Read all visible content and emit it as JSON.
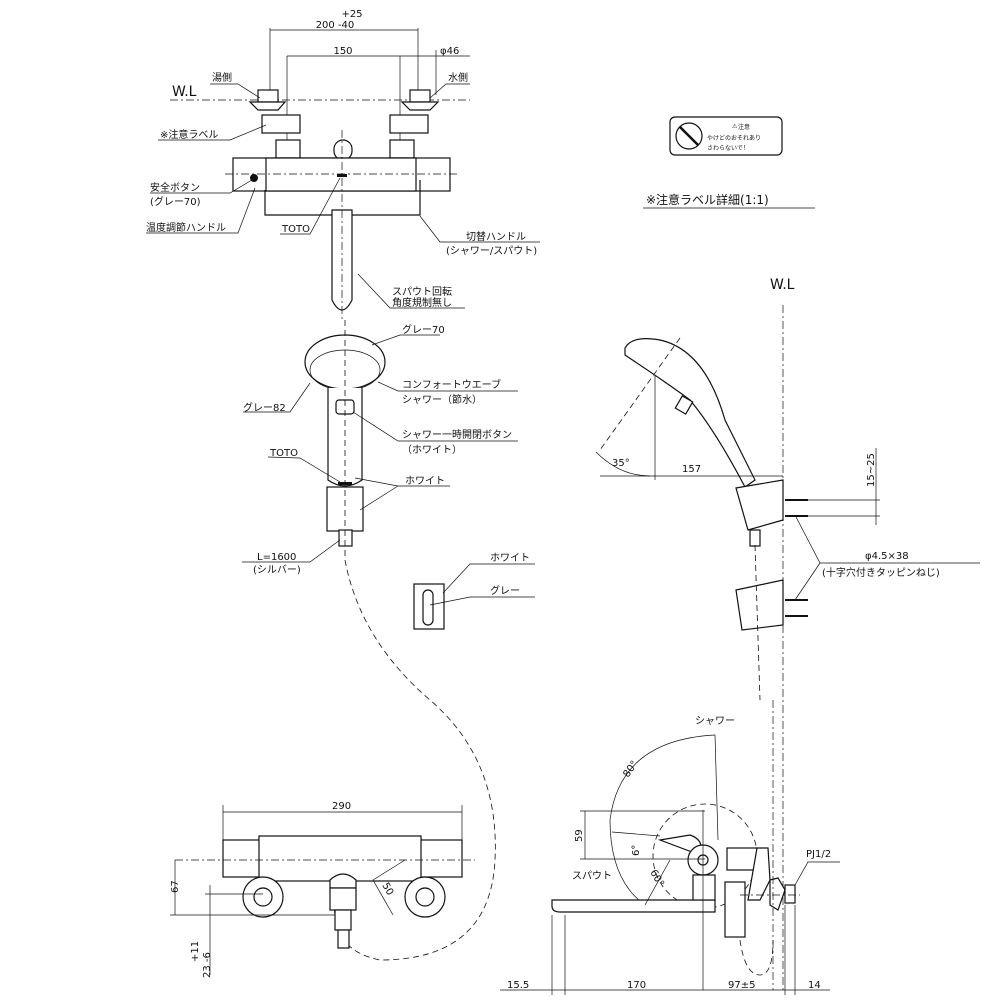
{
  "front_view": {
    "dim_tolerance_upper": "+25",
    "dim_center_distance": "200 -40",
    "dim_150": "150",
    "dim_diameter": "φ46",
    "hot_side": "湯側",
    "cold_side": "水側",
    "water_level": "W.L",
    "caution_label": "※注意ラベル",
    "safety_button": "安全ボタン",
    "safety_button_color": "(グレー70)",
    "temp_handle": "温度調節ハンドル",
    "brand": "TOTO",
    "switch_handle": "切替ハンドル",
    "switch_handle_sub": "(シャワー/スパウト)",
    "spout_rotation_1": "スパウト回転",
    "spout_rotation_2": "角度規制無し"
  },
  "label_detail": {
    "label_heading": "注意",
    "label_line1": "やけどのおそれあり",
    "label_line2": "さわらないで！",
    "caption": "※注意ラベル詳細(1:1)"
  },
  "shower_head": {
    "gray70": "グレー70",
    "comfort_wave_1": "コンフォートウエーブ",
    "comfort_wave_2": "シャワー（節水）",
    "gray82": "グレー82",
    "stop_button_1": "シャワー一時開閉ボタン",
    "stop_button_2": "（ホワイト）",
    "brand": "TOTO",
    "white": "ホワイト",
    "hose_length": "L=1600",
    "hose_color": "(シルバー)"
  },
  "holder": {
    "white": "ホワイト",
    "gray": "グレー"
  },
  "side_view": {
    "water_level": "W.L",
    "angle_35": "35°",
    "dim_157": "157",
    "dim_15_25": "15~25",
    "screw": "φ4.5×38",
    "screw_sub": "(十字穴付きタッピンねじ)"
  },
  "faucet_side": {
    "shower": "シャワー",
    "angle_80": "80°",
    "dim_59": "59",
    "angle_6": "6°",
    "spout": "スパウト",
    "angle_60": "60°",
    "pipe": "PJ1/2",
    "dim_15_5": "15.5",
    "dim_170": "170",
    "dim_97": "97±5",
    "dim_14": "14"
  },
  "top_view": {
    "dim_290": "290",
    "dim_67": "67",
    "dim_50": "50",
    "tol_upper": "+11",
    "tol_main": "23 -6"
  }
}
